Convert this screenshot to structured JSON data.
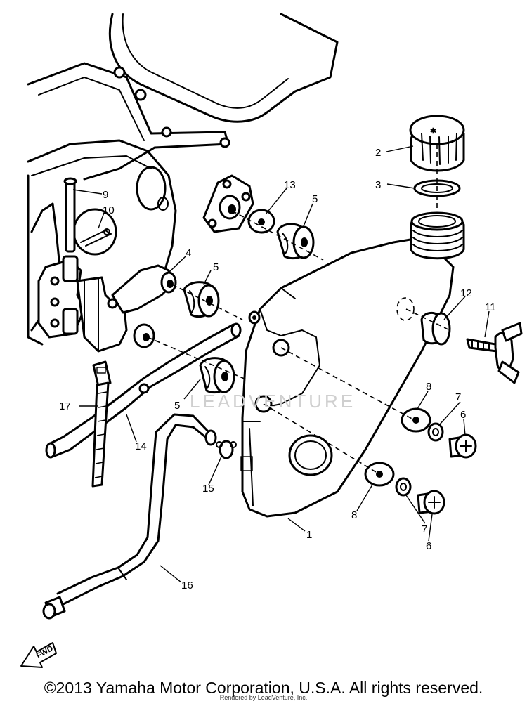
{
  "diagram": {
    "callouts": [
      "1",
      "2",
      "3",
      "4",
      "5",
      "5",
      "5",
      "5",
      "6",
      "6",
      "7",
      "7",
      "8",
      "8",
      "9",
      "10",
      "11",
      "12",
      "13",
      "14",
      "15",
      "16",
      "17"
    ],
    "fwd_label": "FWD",
    "watermark": "LEADVENTURE"
  },
  "footer": {
    "copyright": "©2013 Yamaha Motor Corporation, U.S.A. All rights reserved.",
    "rendered_by": "Rendered by LeadVenture, Inc."
  }
}
